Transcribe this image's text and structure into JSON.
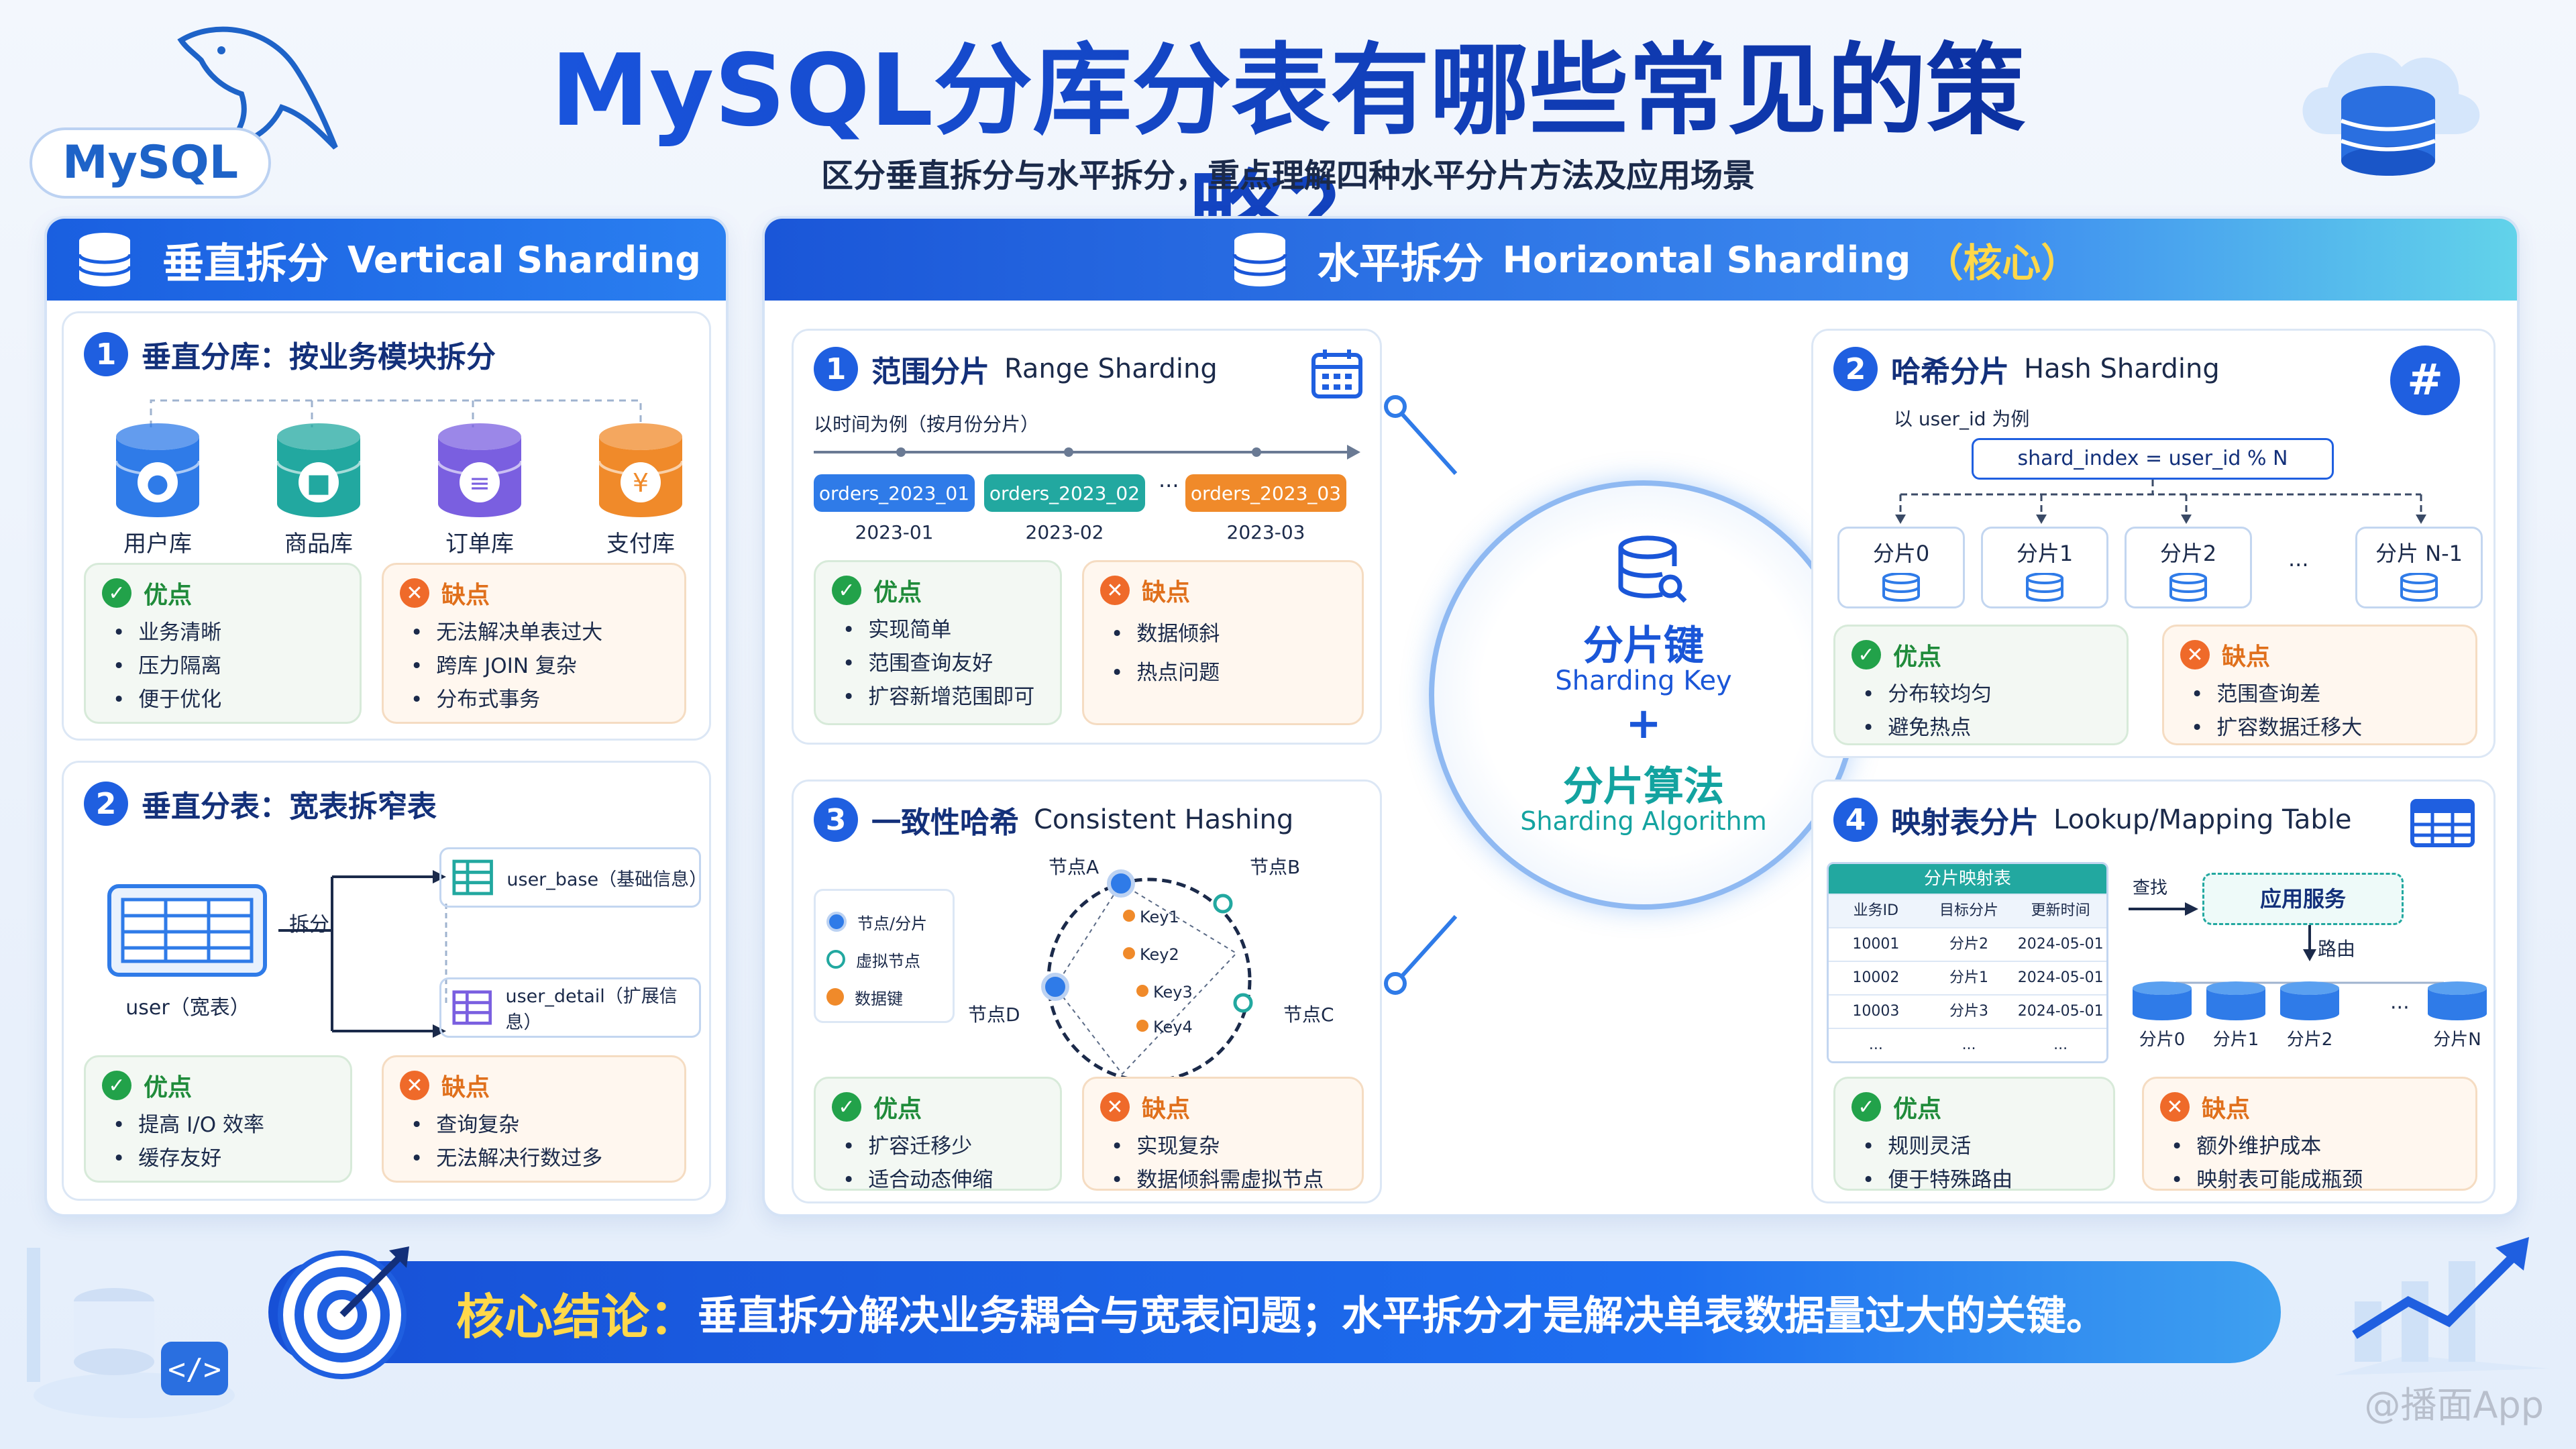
{
  "header": {
    "title": "MySQL分库分表有哪些常见的策略？",
    "subtitle": "区分垂直拆分与水平拆分，重点理解四种水平分片方法及应用场景",
    "logo_text": "MySQL"
  },
  "vertical": {
    "title": "垂直拆分",
    "title_en": "Vertical Sharding",
    "db_split": {
      "num": "1",
      "title": "垂直分库：按业务模块拆分",
      "dbs": [
        {
          "label": "用户库",
          "color": "#2f7be8",
          "icon": "user-icon"
        },
        {
          "label": "商品库",
          "color": "#22a8a0",
          "icon": "bag-icon"
        },
        {
          "label": "订单库",
          "color": "#7a5fe0",
          "icon": "list-icon"
        },
        {
          "label": "支付库",
          "color": "#f08a2a",
          "icon": "yen-icon"
        }
      ],
      "pros_title": "优点",
      "pros": [
        "业务清晰",
        "压力隔离",
        "便于优化"
      ],
      "cons_title": "缺点",
      "cons": [
        "无法解决单表过大",
        "跨库 JOIN 复杂",
        "分布式事务"
      ]
    },
    "table_split": {
      "num": "2",
      "title": "垂直分表：宽表拆窄表",
      "source_label": "user（宽表）",
      "split_label": "拆分",
      "targets": [
        "user_base（基础信息）",
        "user_detail（扩展信息）"
      ],
      "pros_title": "优点",
      "pros": [
        "提高 I/O 效率",
        "缓存友好"
      ],
      "cons_title": "缺点",
      "cons": [
        "查询复杂",
        "无法解决行数过多"
      ]
    }
  },
  "horizontal": {
    "title": "水平拆分",
    "title_en": "Horizontal Sharding",
    "title_core": "（核心）",
    "center": {
      "key_cn": "分片键",
      "key_en": "Sharding Key",
      "plus": "+",
      "algo_cn": "分片算法",
      "algo_en": "Sharding Algorithm"
    },
    "range": {
      "num": "1",
      "title": "范围分片",
      "title_en": "Range Sharding",
      "note": "以时间为例（按月份分片）",
      "tags": [
        {
          "label": "orders_2023_01",
          "date": "2023-01",
          "color": "#2f7be8"
        },
        {
          "label": "orders_2023_02",
          "date": "2023-02",
          "color": "#22a8a0"
        },
        {
          "label": "orders_2023_03",
          "date": "2023-03",
          "color": "#f08a2a"
        }
      ],
      "ellipsis": "···",
      "pros_title": "优点",
      "pros": [
        "实现简单",
        "范围查询友好",
        "扩容新增范围即可"
      ],
      "cons_title": "缺点",
      "cons": [
        "数据倾斜",
        "热点问题"
      ]
    },
    "hash": {
      "num": "2",
      "title": "哈希分片",
      "title_en": "Hash Sharding",
      "note": "以 user_id 为例",
      "formula": "shard_index = user_id % N",
      "icon_glyph": "#",
      "shards": [
        "分片0",
        "分片1",
        "分片2",
        "分片 N-1"
      ],
      "ellipsis": "···",
      "pros_title": "优点",
      "pros": [
        "分布较均匀",
        "避免热点"
      ],
      "cons_title": "缺点",
      "cons": [
        "范围查询差",
        "扩容数据迁移大"
      ]
    },
    "consistent": {
      "num": "3",
      "title": "一致性哈希",
      "title_en": "Consistent Hashing",
      "legend": [
        "节点/分片",
        "虚拟节点",
        "数据键"
      ],
      "nodes": [
        "节点A",
        "节点B",
        "节点C",
        "节点D"
      ],
      "keys": [
        "Key1",
        "Key2",
        "Key3",
        "Key4"
      ],
      "pros_title": "优点",
      "pros": [
        "扩容迁移少",
        "适合动态伸缩"
      ],
      "cons_title": "缺点",
      "cons": [
        "实现复杂",
        "数据倾斜需虚拟节点"
      ]
    },
    "lookup": {
      "num": "4",
      "title": "映射表分片",
      "title_en": "Lookup/Mapping Table",
      "table_title": "分片映射表",
      "columns": [
        "业务ID",
        "目标分片",
        "更新时间"
      ],
      "rows": [
        [
          "10001",
          "分片2",
          "2024-05-01"
        ],
        [
          "10002",
          "分片1",
          "2024-05-01"
        ],
        [
          "10003",
          "分片3",
          "2024-05-01"
        ],
        [
          "...",
          "...",
          "..."
        ]
      ],
      "lookup_label": "查找",
      "service_label": "应用服务",
      "route_label": "路由",
      "shards": [
        "分片0",
        "分片1",
        "分片2",
        "分片N"
      ],
      "ellipsis": "···",
      "pros_title": "优点",
      "pros": [
        "规则灵活",
        "便于特殊路由"
      ],
      "cons_title": "缺点",
      "cons": [
        "额外维护成本",
        "映射表可能成瓶颈"
      ]
    }
  },
  "conclusion": {
    "label": "核心结论：",
    "text": "垂直拆分解决业务耦合与宽表问题；水平拆分才是解决单表数据量过大的关键。"
  },
  "watermark": "@播面App"
}
